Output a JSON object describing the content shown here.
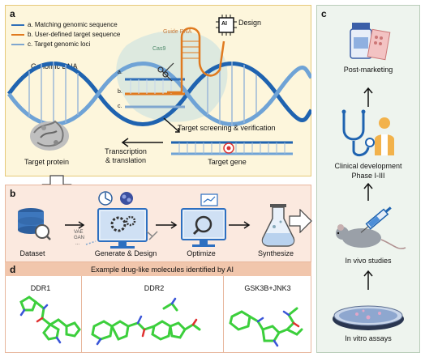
{
  "panel_a": {
    "letter": "a",
    "legend": [
      {
        "label": "a. Matching genomic sequence",
        "color": "#2f6fb8"
      },
      {
        "label": "b. User-defined target sequence",
        "color": "#e07a1f"
      },
      {
        "label": "c. Target genomic loci",
        "color": "#7fa6cf"
      }
    ],
    "genomic_dna": "Genomic DNA",
    "guide_rna": "Guide RNA",
    "cas9": "Cas9",
    "design": "Design",
    "ai_chip": "AI",
    "strand_a": "a.",
    "strand_b": "b.",
    "strand_c": "c.",
    "target_screening": "Target screening & verification",
    "transcription_line1": "Transcription",
    "transcription_line2": "& translation",
    "target_protein": "Target protein",
    "target_gene": "Target gene"
  },
  "panel_b": {
    "letter": "b",
    "dataset": "Dataset",
    "vae": "VAE",
    "gan": "GAN",
    "dots": "...",
    "generate_design": "Generate & Design",
    "optimize": "Optimize",
    "synthesize": "Synthesize"
  },
  "panel_c": {
    "letter": "c",
    "post_marketing": "Post-marketing",
    "clinical_line1": "Clinical development",
    "clinical_line2": "Phase I-III",
    "in_vivo": "In vivo studies",
    "in_vitro": "In vitro assays"
  },
  "panel_d": {
    "letter": "d",
    "title": "Example drug-like molecules identified by AI",
    "targets": [
      "DDR1",
      "DDR2",
      "GSK3B+JNK3"
    ]
  },
  "colors": {
    "panel_a_bg": "#fdf6dc",
    "panel_a_border": "#e6c97a",
    "panel_b_bg": "#fbe9df",
    "panel_b_border": "#e8b79d",
    "panel_c_bg": "#eef4ee",
    "panel_c_border": "#b9cdb9",
    "panel_d_title_bg": "#f1c6ac"
  }
}
